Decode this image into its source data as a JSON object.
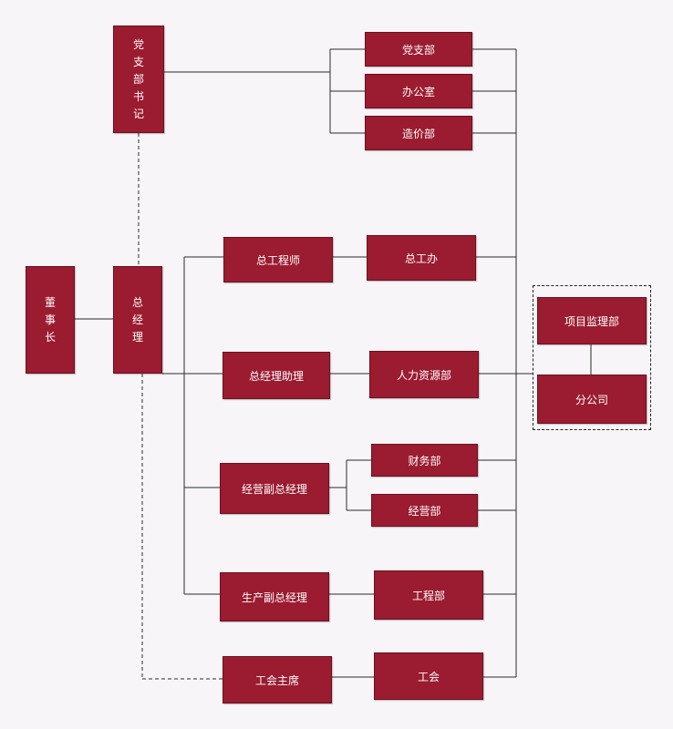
{
  "colors": {
    "node_fill": "#9b1b30",
    "node_text": "#ffffff",
    "line": "#2a2a2a",
    "background": "#f7f5f8"
  },
  "nodes": {
    "party_secretary": "党支部书记",
    "chairman": "董事长",
    "general_manager": "总经理",
    "party_branch": "党支部",
    "office": "办公室",
    "cost_dept": "造价部",
    "chief_engineer": "总工程师",
    "chief_engineer_office": "总工办",
    "gm_assistant": "总经理助理",
    "hr_dept": "人力资源部",
    "business_vgm": "经营副总经理",
    "finance_dept": "财务部",
    "business_dept": "经营部",
    "production_vgm": "生产副总经理",
    "engineering_dept": "工程部",
    "union_chair": "工会主席",
    "union": "工会",
    "project_supervision": "项目监理部",
    "branch_company": "分公司"
  }
}
